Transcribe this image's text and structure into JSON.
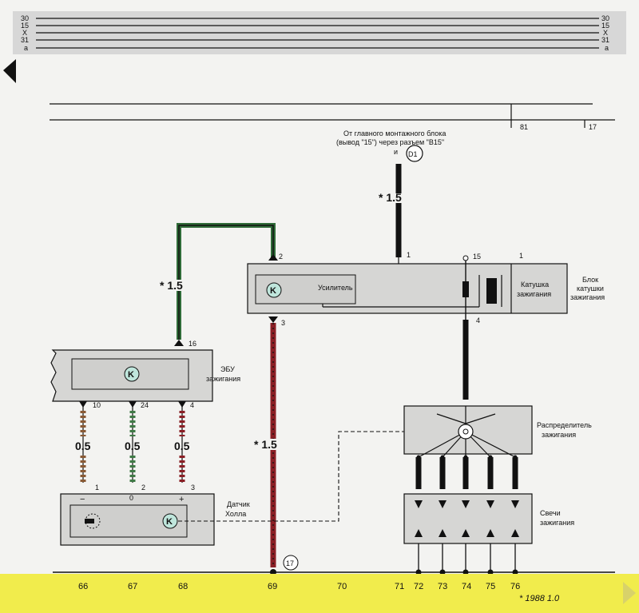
{
  "bus_lines": [
    {
      "left": "30",
      "right": "30"
    },
    {
      "left": "15",
      "right": "15"
    },
    {
      "left": "X",
      "right": "X"
    },
    {
      "left": "31",
      "right": "31"
    },
    {
      "left": "a",
      "right": "a"
    }
  ],
  "upper_lines": {
    "label_81": "81",
    "label_17": "17"
  },
  "source_note": {
    "line1": "От главного монтажного блока",
    "line2": "(вывод \"15\") через разъем \"B15\"",
    "line3": "и",
    "connector": "D1"
  },
  "amplifier": {
    "label": "Усилитель",
    "k": "K",
    "pin_in": "2",
    "pin_out": "3"
  },
  "coil": {
    "label_line1": "Катушка",
    "label_line2": "зажигания",
    "pin_15": "15",
    "pin_1": "1",
    "pin_out": "4",
    "pin_supply": "1"
  },
  "coil_block": {
    "line1": "Блок",
    "line2": "катушки",
    "line3": "зажигания"
  },
  "ecu": {
    "label_line1": "ЭБУ",
    "label_line2": "зажигания",
    "k": "K",
    "pin_top": "16",
    "pins": [
      "10",
      "24",
      "4"
    ]
  },
  "hall": {
    "label_line1": "Датчик",
    "label_line2": "Холла",
    "k": "K",
    "pins": [
      "1",
      "2",
      "3"
    ],
    "pin_marks": [
      "−",
      "0",
      "+"
    ]
  },
  "distributor": {
    "label_line1": "Распределитель",
    "label_line2": "зажигания"
  },
  "plugs": {
    "label_line1": "Свечи",
    "label_line2": "зажигания"
  },
  "wire_labels": {
    "green_wire": "* 1.5",
    "supply_wire": "* 1.5",
    "red_wire": "* 1.5",
    "sensor_wires": [
      "0.5",
      "0.5",
      "0.5"
    ]
  },
  "ground_ref": "17",
  "bottom_numbers": [
    "66",
    "67",
    "68",
    "69",
    "70",
    "71",
    "72",
    "73",
    "74",
    "75",
    "76"
  ],
  "footnote": "* 1988  1.0",
  "colors": {
    "bottom_band": "#f1ec4c",
    "red_wire": "#8a1f25",
    "green_wire": "#2f6b38",
    "black": "#111111",
    "k_circle": "#bfe6dc"
  }
}
